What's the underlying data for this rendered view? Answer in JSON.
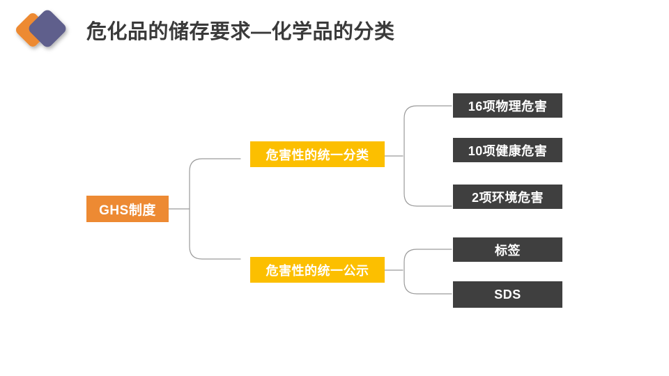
{
  "header": {
    "title": "危化品的储存要求—化学品的分类",
    "logo": {
      "name": "diamond-logo",
      "back_color": "#ED8A33",
      "front_color": "#5F5E8C"
    }
  },
  "colors": {
    "root": "#ED8A33",
    "mid": "#FCBF00",
    "leaf": "#3F3F3F",
    "connector": "#9A9A9A",
    "title_text": "#3A3A3A",
    "node_text": "#FFFFFF",
    "background": "#FFFFFF"
  },
  "diagram": {
    "root": {
      "label": "GHS制度"
    },
    "branches": [
      {
        "label": "危害性的统一分类",
        "children": [
          {
            "label": "16项物理危害"
          },
          {
            "label": "10项健康危害"
          },
          {
            "label": "2项环境危害"
          }
        ]
      },
      {
        "label": "危害性的统一公示",
        "children": [
          {
            "label": "标签"
          },
          {
            "label": "SDS"
          }
        ]
      }
    ]
  }
}
